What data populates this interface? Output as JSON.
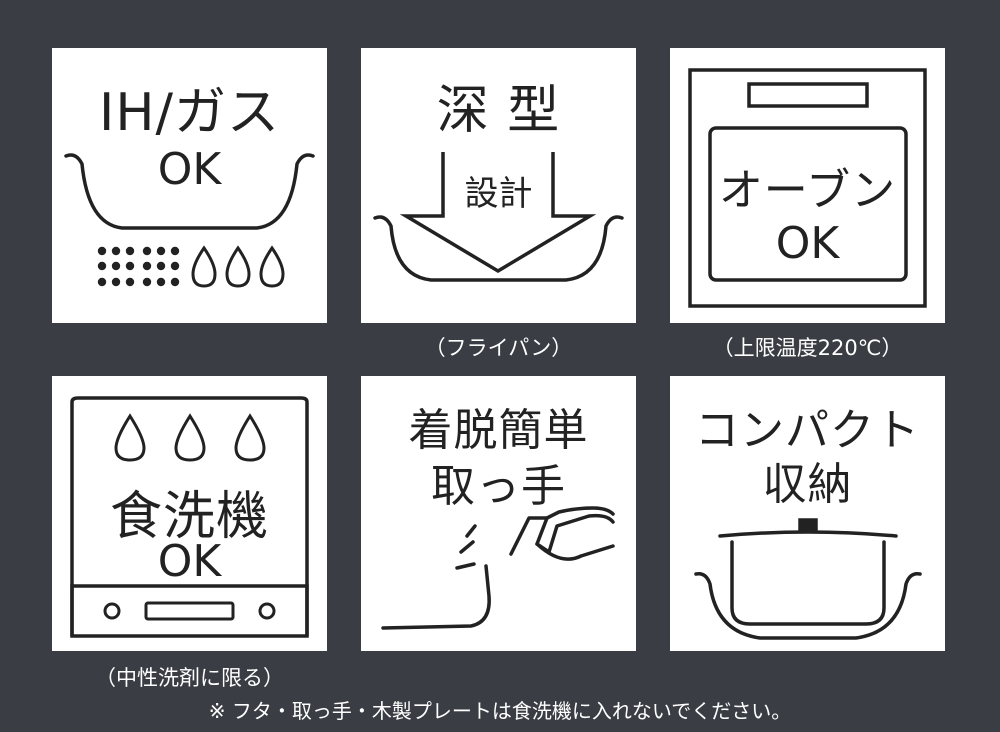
{
  "tiles": {
    "ih_gas": {
      "title": "IH/ガス",
      "ok": "OK"
    },
    "deep": {
      "title": "深 型",
      "sub": "設計"
    },
    "oven": {
      "title": "オーブン",
      "ok": "OK"
    },
    "dishwasher": {
      "title": "食洗機",
      "ok": "OK"
    },
    "handle": {
      "line1": "着脱簡単",
      "line2": "取っ手"
    },
    "compact": {
      "line1": "コンパクト",
      "line2": "収納"
    }
  },
  "captions": {
    "deep": "（フライパン）",
    "oven": "（上限温度220℃）",
    "dishwasher": "（中性洗剤に限る）"
  },
  "footnote": "※ フタ・取っ手・木製プレートは食洗機に入れないでください。",
  "colors": {
    "background": "#3a3d44",
    "tile": "#ffffff",
    "ink": "#222222"
  },
  "icons": [
    "frying-pan-icon",
    "ih-dots-icon",
    "gas-flame-icon",
    "down-arrow-icon",
    "oven-icon",
    "water-drop-icon",
    "dishwasher-panel-icon",
    "hand-gripping-handle-icon",
    "pot-with-lid-icon"
  ]
}
